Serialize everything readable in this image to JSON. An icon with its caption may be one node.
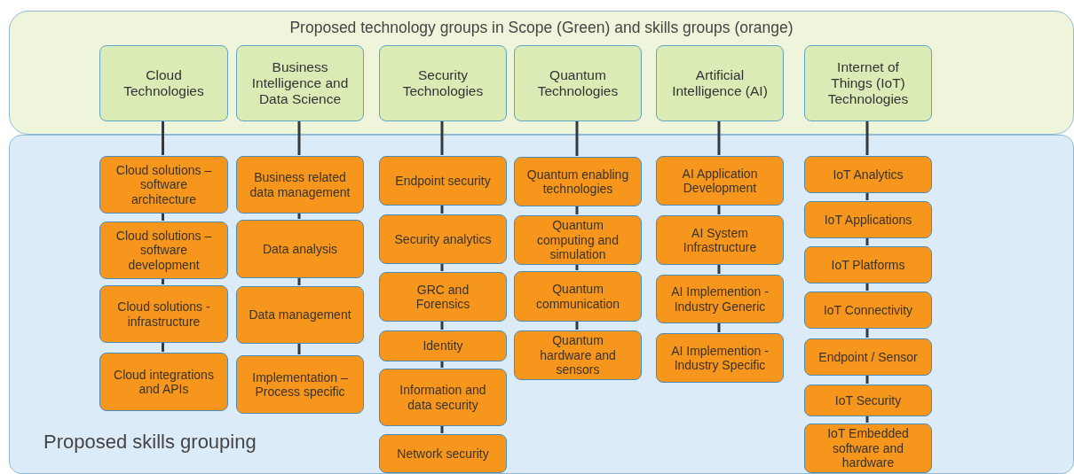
{
  "diagram": {
    "nodes": [
      {
        "text": [
          "Proposed technology groups in Scope (Green) and skills groups (orange)"
        ]
      },
      {
        "text": [
          "Cloud Technologies"
        ],
        "in": 0
      },
      {
        "text": [
          "Business Intelligence and Data Science"
        ],
        "in": 0
      },
      {
        "text": [
          "Security Technologies"
        ],
        "in": 0
      },
      {
        "text": [
          "Quantum Technologies"
        ],
        "in": 0
      },
      {
        "text": [
          "Artificial Intelligence (AI)"
        ],
        "in": 0
      },
      {
        "text": [
          "Internet of Things (IoT) Technologies"
        ],
        "in": 0
      },
      {
        "text": [
          "Proposed skills grouping"
        ]
      },
      {
        "text": [
          "Cloud solutions – software architecture"
        ],
        "in": 7
      },
      {
        "text": [
          "Cloud solutions – software development"
        ],
        "in": 7
      },
      {
        "text": [
          "Cloud solutions - infrastructure"
        ],
        "in": 7
      },
      {
        "text": [
          "Cloud integrations and APIs"
        ],
        "in": 7
      },
      {
        "text": [
          "Business related data management"
        ],
        "in": 7
      },
      {
        "text": [
          "Data analysis"
        ],
        "in": 7
      },
      {
        "text": [
          "Data management"
        ],
        "in": 7
      },
      {
        "text": [
          "Implementation – Process specific"
        ],
        "in": 7
      },
      {
        "text": [
          "Endpoint security"
        ],
        "in": 7
      },
      {
        "text": [
          "Security analytics"
        ],
        "in": 7
      },
      {
        "text": [
          "GRC and Forensics"
        ],
        "in": 7
      },
      {
        "text": [
          "Identity"
        ],
        "in": 7
      },
      {
        "text": [
          "Information and data security"
        ],
        "in": 7
      },
      {
        "text": [
          "Network security"
        ],
        "in": 7
      },
      {
        "text": [
          "Quantum enabling technologies"
        ],
        "in": 7
      },
      {
        "text": [
          "Quantum computing and simulation"
        ],
        "in": 7
      },
      {
        "text": [
          "Quantum communication"
        ],
        "in": 7
      },
      {
        "text": [
          "Quantum hardware and sensors"
        ],
        "in": 7
      },
      {
        "text": [
          "AI Application Development"
        ],
        "in": 7
      },
      {
        "text": [
          "AI System Infrastructure"
        ],
        "in": 7
      },
      {
        "text": [
          "AI Implemention - Industry Generic"
        ],
        "in": 7
      },
      {
        "text": [
          "AI Implemention - Industry Specific"
        ],
        "in": 7
      },
      {
        "text": [
          "IoT Analytics"
        ],
        "in": 7
      },
      {
        "text": [
          "IoT Applications"
        ],
        "in": 7
      },
      {
        "text": [
          "IoT Platforms"
        ],
        "in": 7
      },
      {
        "text": [
          "IoT Connectivity"
        ],
        "in": 7
      },
      {
        "text": [
          "Endpoint / Sensor"
        ],
        "in": 7
      },
      {
        "text": [
          "IoT Security"
        ],
        "in": 7
      },
      {
        "text": [
          "IoT Embedded software and hardware"
        ],
        "in": 7
      }
    ],
    "edges": [
      {
        "from": 1,
        "to": 8,
        "arrow": "none"
      },
      {
        "from": 8,
        "to": 9,
        "arrow": "none"
      },
      {
        "from": 9,
        "to": 10,
        "arrow": "none"
      },
      {
        "from": 10,
        "to": 11,
        "arrow": "none"
      },
      {
        "from": 2,
        "to": 12,
        "arrow": "none"
      },
      {
        "from": 12,
        "to": 13,
        "arrow": "none"
      },
      {
        "from": 13,
        "to": 14,
        "arrow": "none"
      },
      {
        "from": 14,
        "to": 15,
        "arrow": "none"
      },
      {
        "from": 3,
        "to": 16,
        "arrow": "none"
      },
      {
        "from": 16,
        "to": 17,
        "arrow": "none"
      },
      {
        "from": 17,
        "to": 18,
        "arrow": "none"
      },
      {
        "from": 18,
        "to": 19,
        "arrow": "none"
      },
      {
        "from": 19,
        "to": 20,
        "arrow": "none"
      },
      {
        "from": 20,
        "to": 21,
        "arrow": "none"
      },
      {
        "from": 4,
        "to": 22,
        "arrow": "none"
      },
      {
        "from": 22,
        "to": 23,
        "arrow": "none"
      },
      {
        "from": 23,
        "to": 24,
        "arrow": "none"
      },
      {
        "from": 24,
        "to": 25,
        "arrow": "none"
      },
      {
        "from": 5,
        "to": 26,
        "arrow": "none"
      },
      {
        "from": 26,
        "to": 27,
        "arrow": "none"
      },
      {
        "from": 27,
        "to": 28,
        "arrow": "none"
      },
      {
        "from": 28,
        "to": 29,
        "arrow": "none"
      },
      {
        "from": 6,
        "to": 30,
        "arrow": "none"
      },
      {
        "from": 30,
        "to": 31,
        "arrow": "none"
      },
      {
        "from": 31,
        "to": 32,
        "arrow": "none"
      },
      {
        "from": 32,
        "to": 33,
        "arrow": "none"
      },
      {
        "from": 33,
        "to": 34,
        "arrow": "none"
      },
      {
        "from": 34,
        "to": 35,
        "arrow": "none"
      },
      {
        "from": 35,
        "to": 36,
        "arrow": "none"
      }
    ]
  }
}
